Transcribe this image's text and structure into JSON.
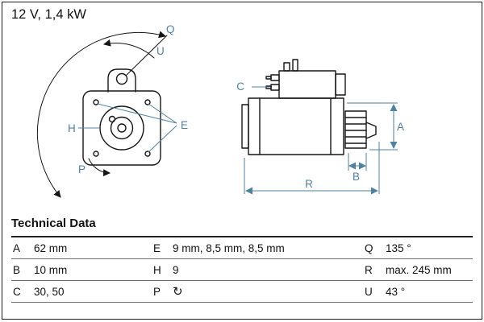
{
  "colors": {
    "accent": "#4e82a0",
    "ink": "#161616"
  },
  "header": {
    "spec": "12 V, 1,4 kW"
  },
  "diagram": {
    "front_view_labels": {
      "Q": "Q",
      "U": "U",
      "E": "E",
      "H": "H",
      "P": "P"
    },
    "side_view_labels": {
      "C": "C",
      "A": "A",
      "B": "B",
      "R": "R"
    }
  },
  "technical_data": {
    "title": "Technical Data",
    "rows": [
      {
        "c1": {
          "key": "A",
          "value": "62 mm"
        },
        "c2": {
          "key": "E",
          "value": "9 mm, 8,5 mm, 8,5 mm"
        },
        "c3": {
          "key": "Q",
          "value": "135 °"
        }
      },
      {
        "c1": {
          "key": "B",
          "value": "10 mm"
        },
        "c2": {
          "key": "H",
          "value": "9"
        },
        "c3": {
          "key": "R",
          "value": "max. 245 mm"
        }
      },
      {
        "c1": {
          "key": "C",
          "value": "30, 50"
        },
        "c2": {
          "key": "P",
          "value": "↻",
          "icon": "rotation-direction"
        },
        "c3": {
          "key": "U",
          "value": "43 °"
        }
      }
    ]
  }
}
